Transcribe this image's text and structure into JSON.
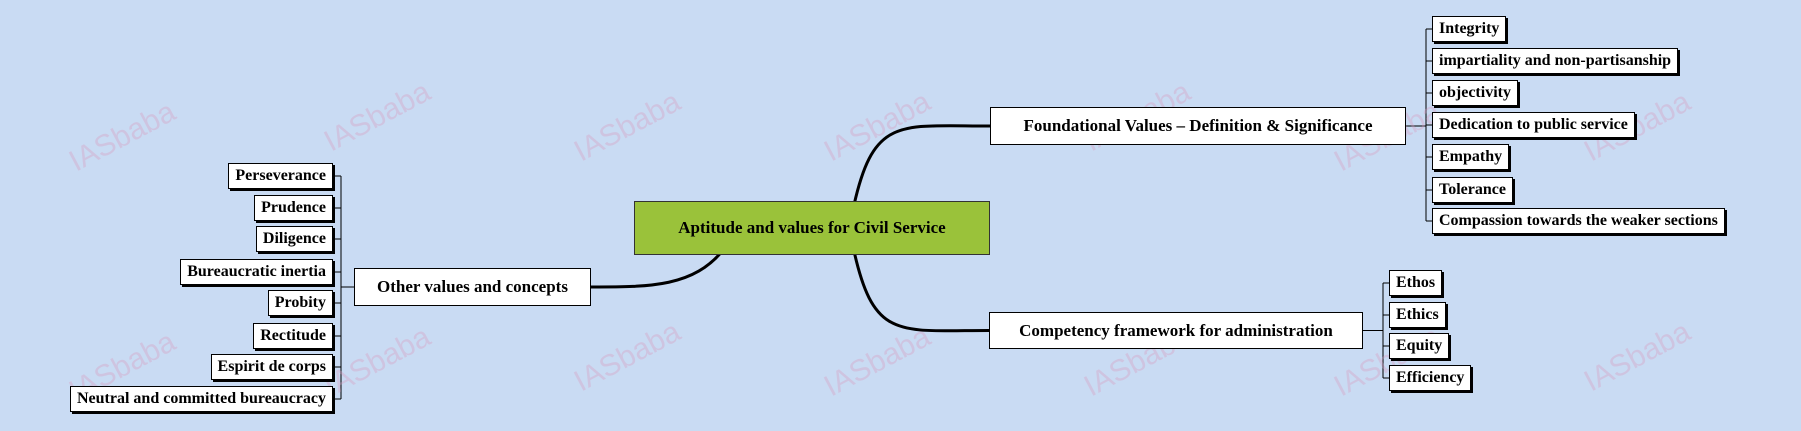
{
  "root": {
    "label": "Aptitude and values for Civil Service"
  },
  "watermark": "IASbaba",
  "colors": {
    "background": "#c9dbf3",
    "root_fill": "#9ac23a",
    "line": "#000000"
  },
  "branches": [
    {
      "key": "foundational",
      "label": "Foundational Values – Definition & Significance",
      "children": [
        "Integrity",
        "impartiality and non-partisanship",
        "objectivity",
        "Dedication to public service",
        "Empathy",
        "Tolerance",
        "Compassion towards the weaker sections"
      ]
    },
    {
      "key": "competency",
      "label": "Competency framework for administration",
      "children": [
        "Ethos",
        "Ethics",
        "Equity",
        "Efficiency"
      ]
    },
    {
      "key": "other",
      "label": "Other values and concepts",
      "children": [
        "Perseverance",
        "Prudence",
        "Diligence",
        "Bureaucratic inertia",
        "Probity",
        "Rectitude",
        "Espirit de corps",
        "Neutral and committed bureaucracy"
      ]
    }
  ]
}
